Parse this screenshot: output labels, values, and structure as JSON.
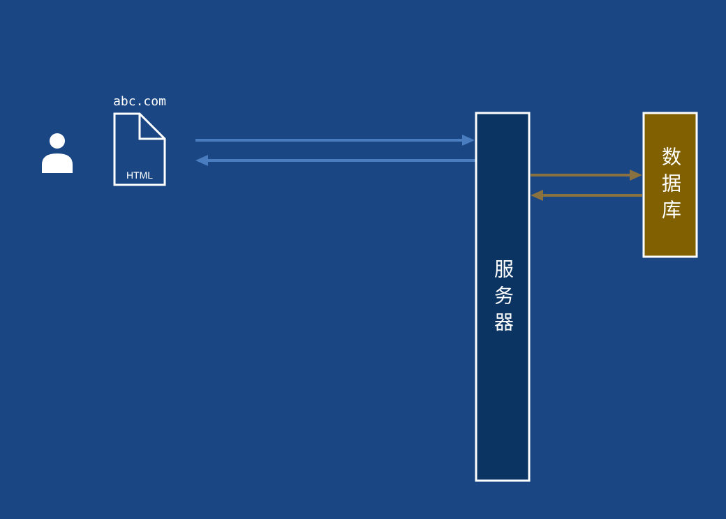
{
  "diagram": {
    "domain": "abc.com",
    "file_type": "HTML",
    "server_label": "服务器",
    "database_label": "数据库"
  },
  "colors": {
    "background": "#1a4784",
    "server_fill": "#0b3463",
    "database_fill": "#806000",
    "client_arrow": "#4a7cc0",
    "db_arrow": "#8a7140",
    "outline": "#ffffff"
  },
  "icons": {
    "user": "user-icon",
    "file": "html-file-icon"
  }
}
